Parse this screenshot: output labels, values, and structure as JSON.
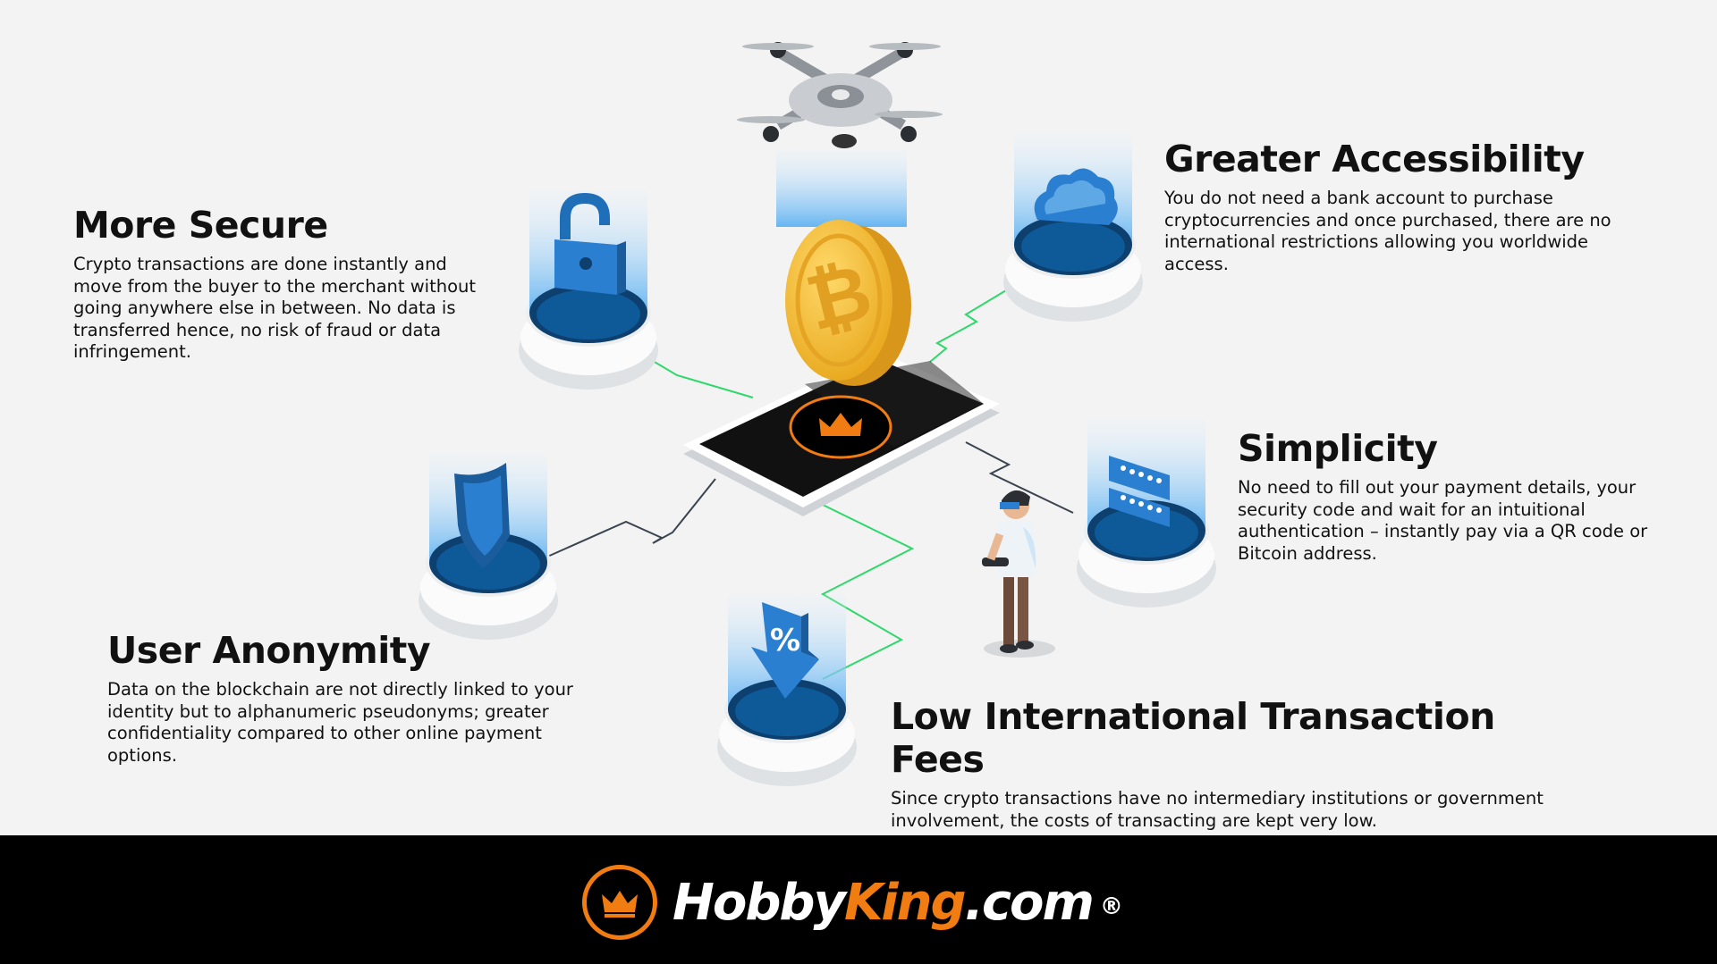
{
  "blocks": {
    "secure": {
      "title": "More Secure",
      "text": "Crypto transactions are done instantly and move from the buyer to the merchant without going anywhere else in between. No data is transferred hence, no risk of fraud or data infringement."
    },
    "access": {
      "title": "Greater Accessibility",
      "text": "You do not need a bank account to purchase cryptocurrencies and once purchased, there are no international restrictions allowing you worldwide access."
    },
    "simple": {
      "title": "Simplicity",
      "text": "No need to fill out your payment details, your security code and wait for an intuitional authentication – instantly pay via a QR code or Bitcoin address."
    },
    "anon": {
      "title": "User Anonymity",
      "text": "Data on the blockchain are not directly linked to your identity but to alphanumeric pseudonyms; greater confidentiality compared to other online payment options."
    },
    "fees": {
      "title": "Low International Transaction Fees",
      "text": "Since crypto transactions have no intermediary institutions or government involvement, the costs of transacting are kept very low."
    }
  },
  "footer": {
    "brand_white": "Hobby",
    "brand_orange": "King",
    "brand_suffix": ".com",
    "registered": "®"
  },
  "colors": {
    "accent_orange": "#f07c12",
    "pad_blue": "#0d4f8b",
    "beam_blue": "#7ec2f5",
    "connector_green": "#2fd86b",
    "connector_dark": "#3b4450",
    "footer_bg": "#000000"
  },
  "icons": [
    "drone-icon",
    "bitcoin-coin-icon",
    "tablet-icon",
    "crown-logo-icon",
    "padlock-icon",
    "cloud-icon",
    "server-icon",
    "shield-icon",
    "percent-arrow-icon",
    "person-icon"
  ]
}
